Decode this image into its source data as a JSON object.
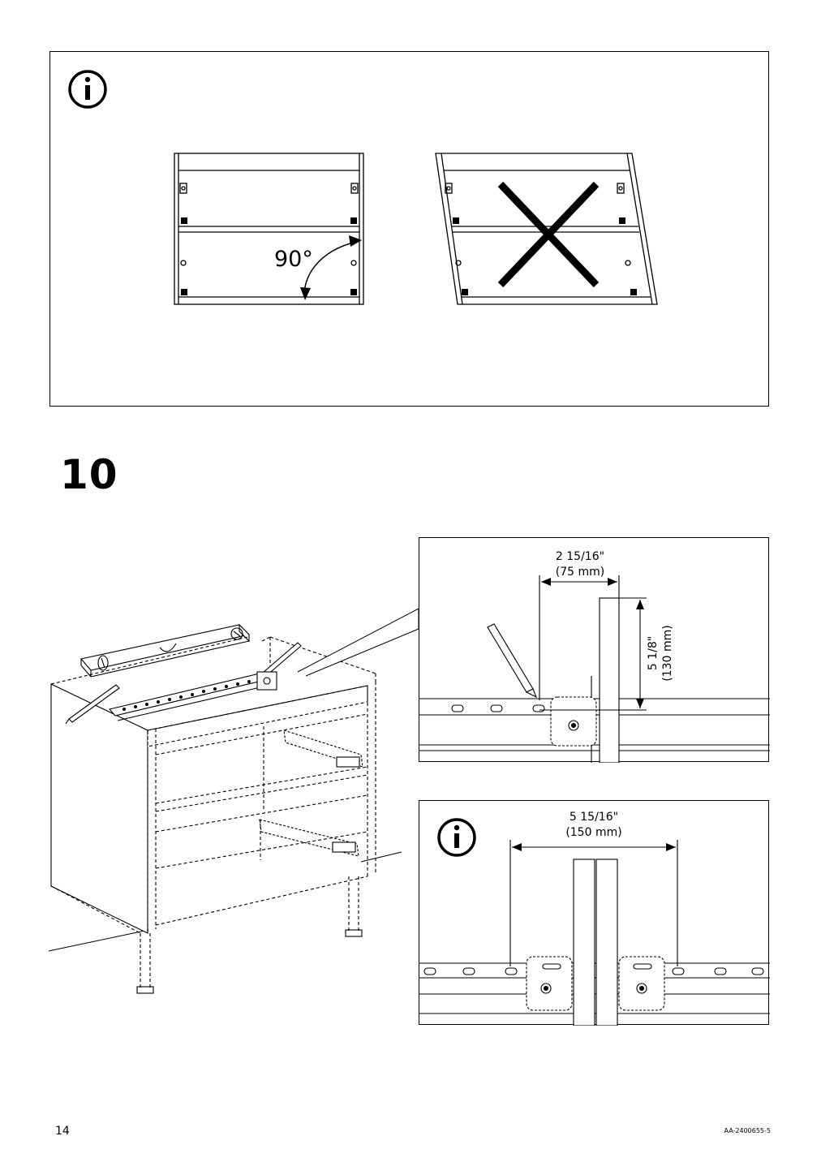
{
  "info_panel": {
    "angle_label": "90°"
  },
  "step": {
    "number": "10"
  },
  "detail_top": {
    "dim_horizontal": {
      "imperial": "2 15/16\"",
      "metric": "(75 mm)"
    },
    "dim_vertical": {
      "imperial": "5 1/8\"",
      "metric": "(130 mm)"
    }
  },
  "detail_bottom": {
    "dim_horizontal": {
      "imperial": "5 15/16\"",
      "metric": "(150 mm)"
    }
  },
  "footer": {
    "page_number": "14",
    "document_id": "AA-2400655-5"
  },
  "icons": [
    "info-icon",
    "cross-mark-icon",
    "pencil-icon",
    "spirit-level-icon",
    "screw-icon"
  ]
}
